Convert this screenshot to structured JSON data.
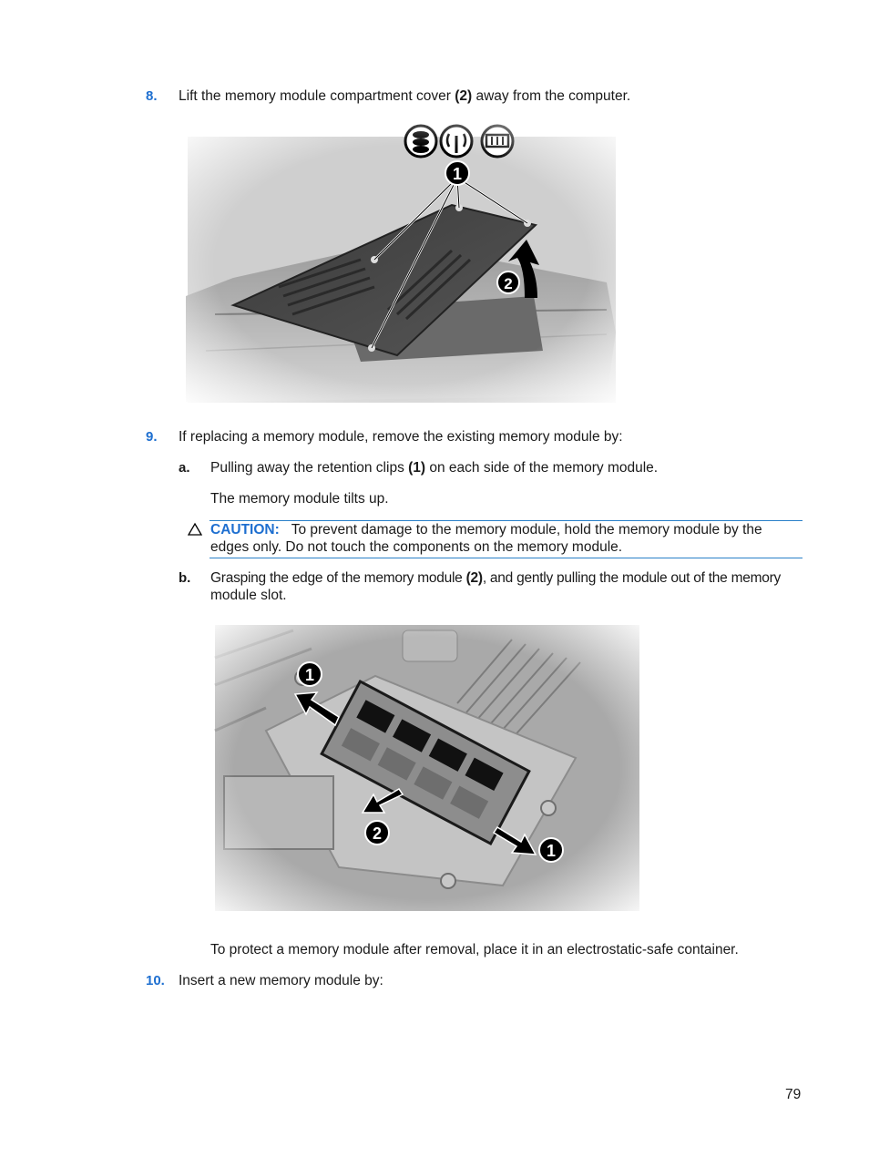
{
  "steps": {
    "s8": {
      "number": "8.",
      "text_before": "Lift the memory module compartment cover ",
      "bold": "(2)",
      "text_after": " away from the computer."
    },
    "s9": {
      "number": "9.",
      "text": "If replacing a memory module, remove the existing memory module by:"
    },
    "s9a": {
      "letter": "a.",
      "text_before": "Pulling away the retention clips ",
      "bold": "(1)",
      "text_after": " on each side of the memory module.",
      "result": "The memory module tilts up."
    },
    "caution": {
      "label": "CAUTION:",
      "line1": "To prevent damage to the memory module, hold the memory module by the",
      "line2": "edges only. Do not touch the components on the memory module."
    },
    "s9b": {
      "letter": "b.",
      "text_before": "Grasping the edge of the memory module ",
      "bold": "(2)",
      "text_after": ", and gently pulling the module out of the memory",
      "line2": "module slot."
    },
    "after_removal": "To protect a memory module after removal, place it in an electrostatic-safe container.",
    "s10": {
      "number": "10.",
      "text": "Insert a new memory module by:"
    }
  },
  "figure1": {
    "callouts": [
      "1",
      "2"
    ]
  },
  "figure2": {
    "callouts": [
      "1",
      "2",
      "1"
    ]
  },
  "page_number": "79",
  "colors": {
    "step_number": "#1e6fd0",
    "caution_rule": "#2a80c9"
  }
}
